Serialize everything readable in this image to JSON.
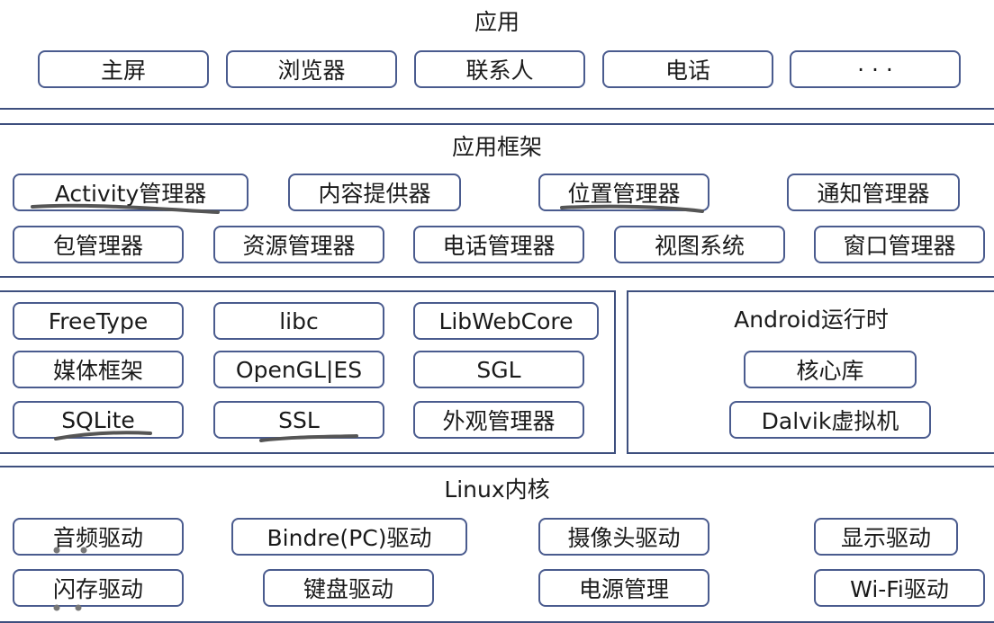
{
  "layers": {
    "applications": {
      "title": "应用",
      "items": [
        "主屏",
        "浏览器",
        "联系人",
        "电话",
        "· · ·"
      ]
    },
    "framework": {
      "title": "应用框架",
      "row1": [
        "Activity管理器",
        "内容提供器",
        "位置管理器",
        "通知管理器"
      ],
      "row2": [
        "包管理器",
        "资源管理器",
        "电话管理器",
        "视图系统",
        "窗口管理器"
      ]
    },
    "libraries": {
      "items": [
        "FreeType",
        "libc",
        "LibWebCore",
        "媒体框架",
        "OpenGL|ES",
        "SGL",
        "SQLite",
        "SSL",
        "外观管理器"
      ]
    },
    "runtime": {
      "title": "Android运行时",
      "items": [
        "核心库",
        "Dalvik虚拟机"
      ]
    },
    "kernel": {
      "title": "Linux内核",
      "row1": [
        "音频驱动",
        "Bindre(PC)驱动",
        "摄像头驱动",
        "显示驱动"
      ],
      "row2": [
        "闪存驱动",
        "键盘驱动",
        "电源管理",
        "Wi-Fi驱动"
      ]
    }
  },
  "colors": {
    "border": "#3e4f7e",
    "box_border": "#4a5b8e",
    "underline_mark": "#555555"
  }
}
